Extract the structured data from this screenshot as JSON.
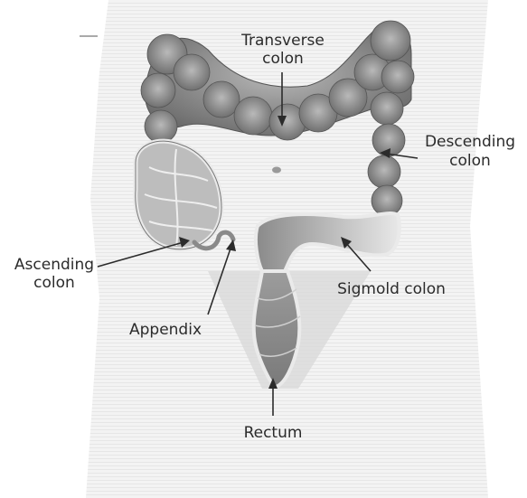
{
  "labels": {
    "transverse_line1": "Transverse",
    "transverse_line2": "colon",
    "descending_line1": "Descending",
    "descending_line2": "colon",
    "ascending_line1": "Ascending",
    "ascending_line2": "colon",
    "sigmoid": "Sigmold colon",
    "appendix": "Appendix",
    "rectum": "Rectum"
  }
}
